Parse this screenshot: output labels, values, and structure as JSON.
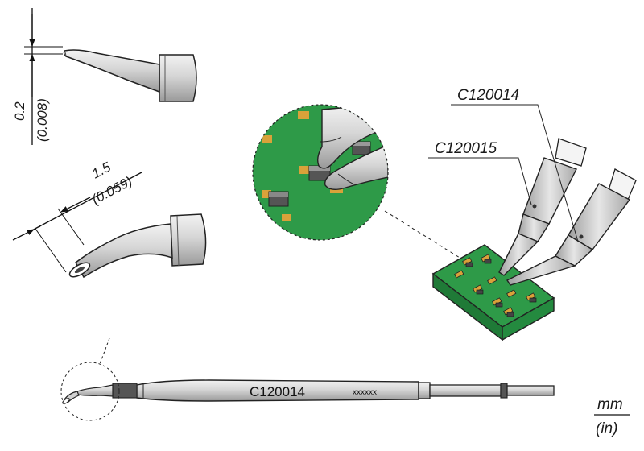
{
  "dimensions": {
    "thickness_mm": "0.2",
    "thickness_in": "(0.008)",
    "length_mm": "1.5",
    "length_in": "(0.059)"
  },
  "callouts": {
    "tip_a": "C120014",
    "tip_b": "C120015"
  },
  "cartridge": {
    "model": "C120014",
    "serial": "xxxxxx"
  },
  "units": {
    "metric": "mm",
    "imperial": "(in)"
  },
  "colors": {
    "pcb_green": "#2e9a48",
    "pcb_dark": "#1f7a37",
    "pad_gold": "#d9a23a",
    "metal_light": "#e4e4e4",
    "metal_mid": "#b5b5b5",
    "outline": "#222222"
  }
}
